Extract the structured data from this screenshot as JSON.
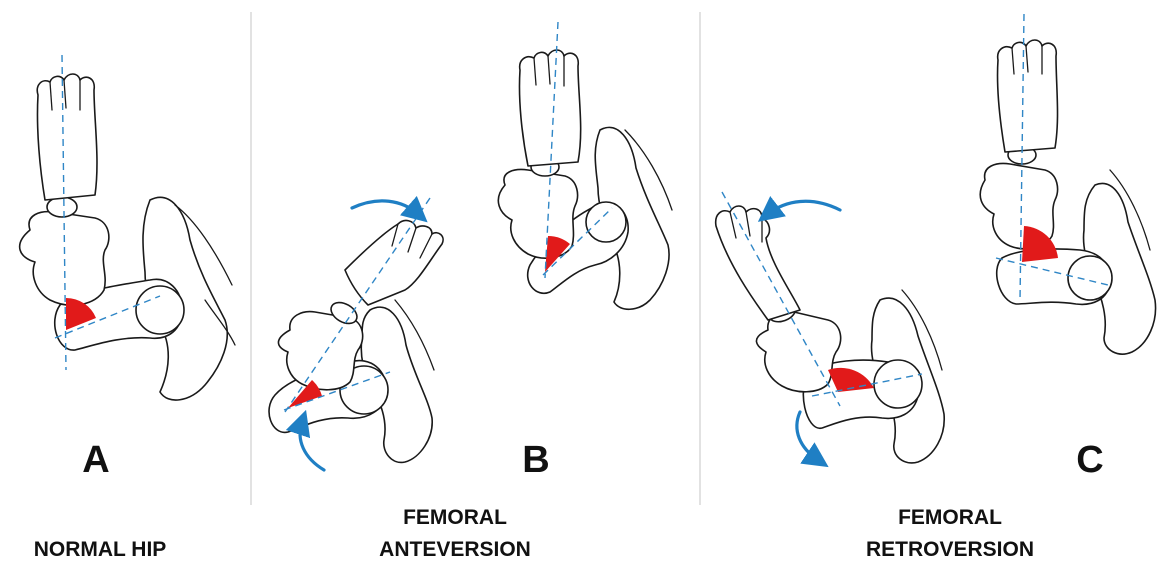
{
  "panels": [
    {
      "letter": "A",
      "caption_lines": [
        "NORMAL HIP"
      ]
    },
    {
      "letter": "B",
      "caption_lines": [
        "FEMORAL",
        "ANTEVERSION"
      ]
    },
    {
      "letter": "C",
      "caption_lines": [
        "FEMORAL",
        "RETROVERSION"
      ]
    }
  ],
  "colors": {
    "angle_fill": "#e11a1a",
    "axis_line": "#2f86c6",
    "rotation_arrow": "#1f7fc4",
    "outline": "#1a1a1a",
    "divider": "#cfcfcf"
  },
  "icons": {
    "rotation": "curved-arrow"
  }
}
